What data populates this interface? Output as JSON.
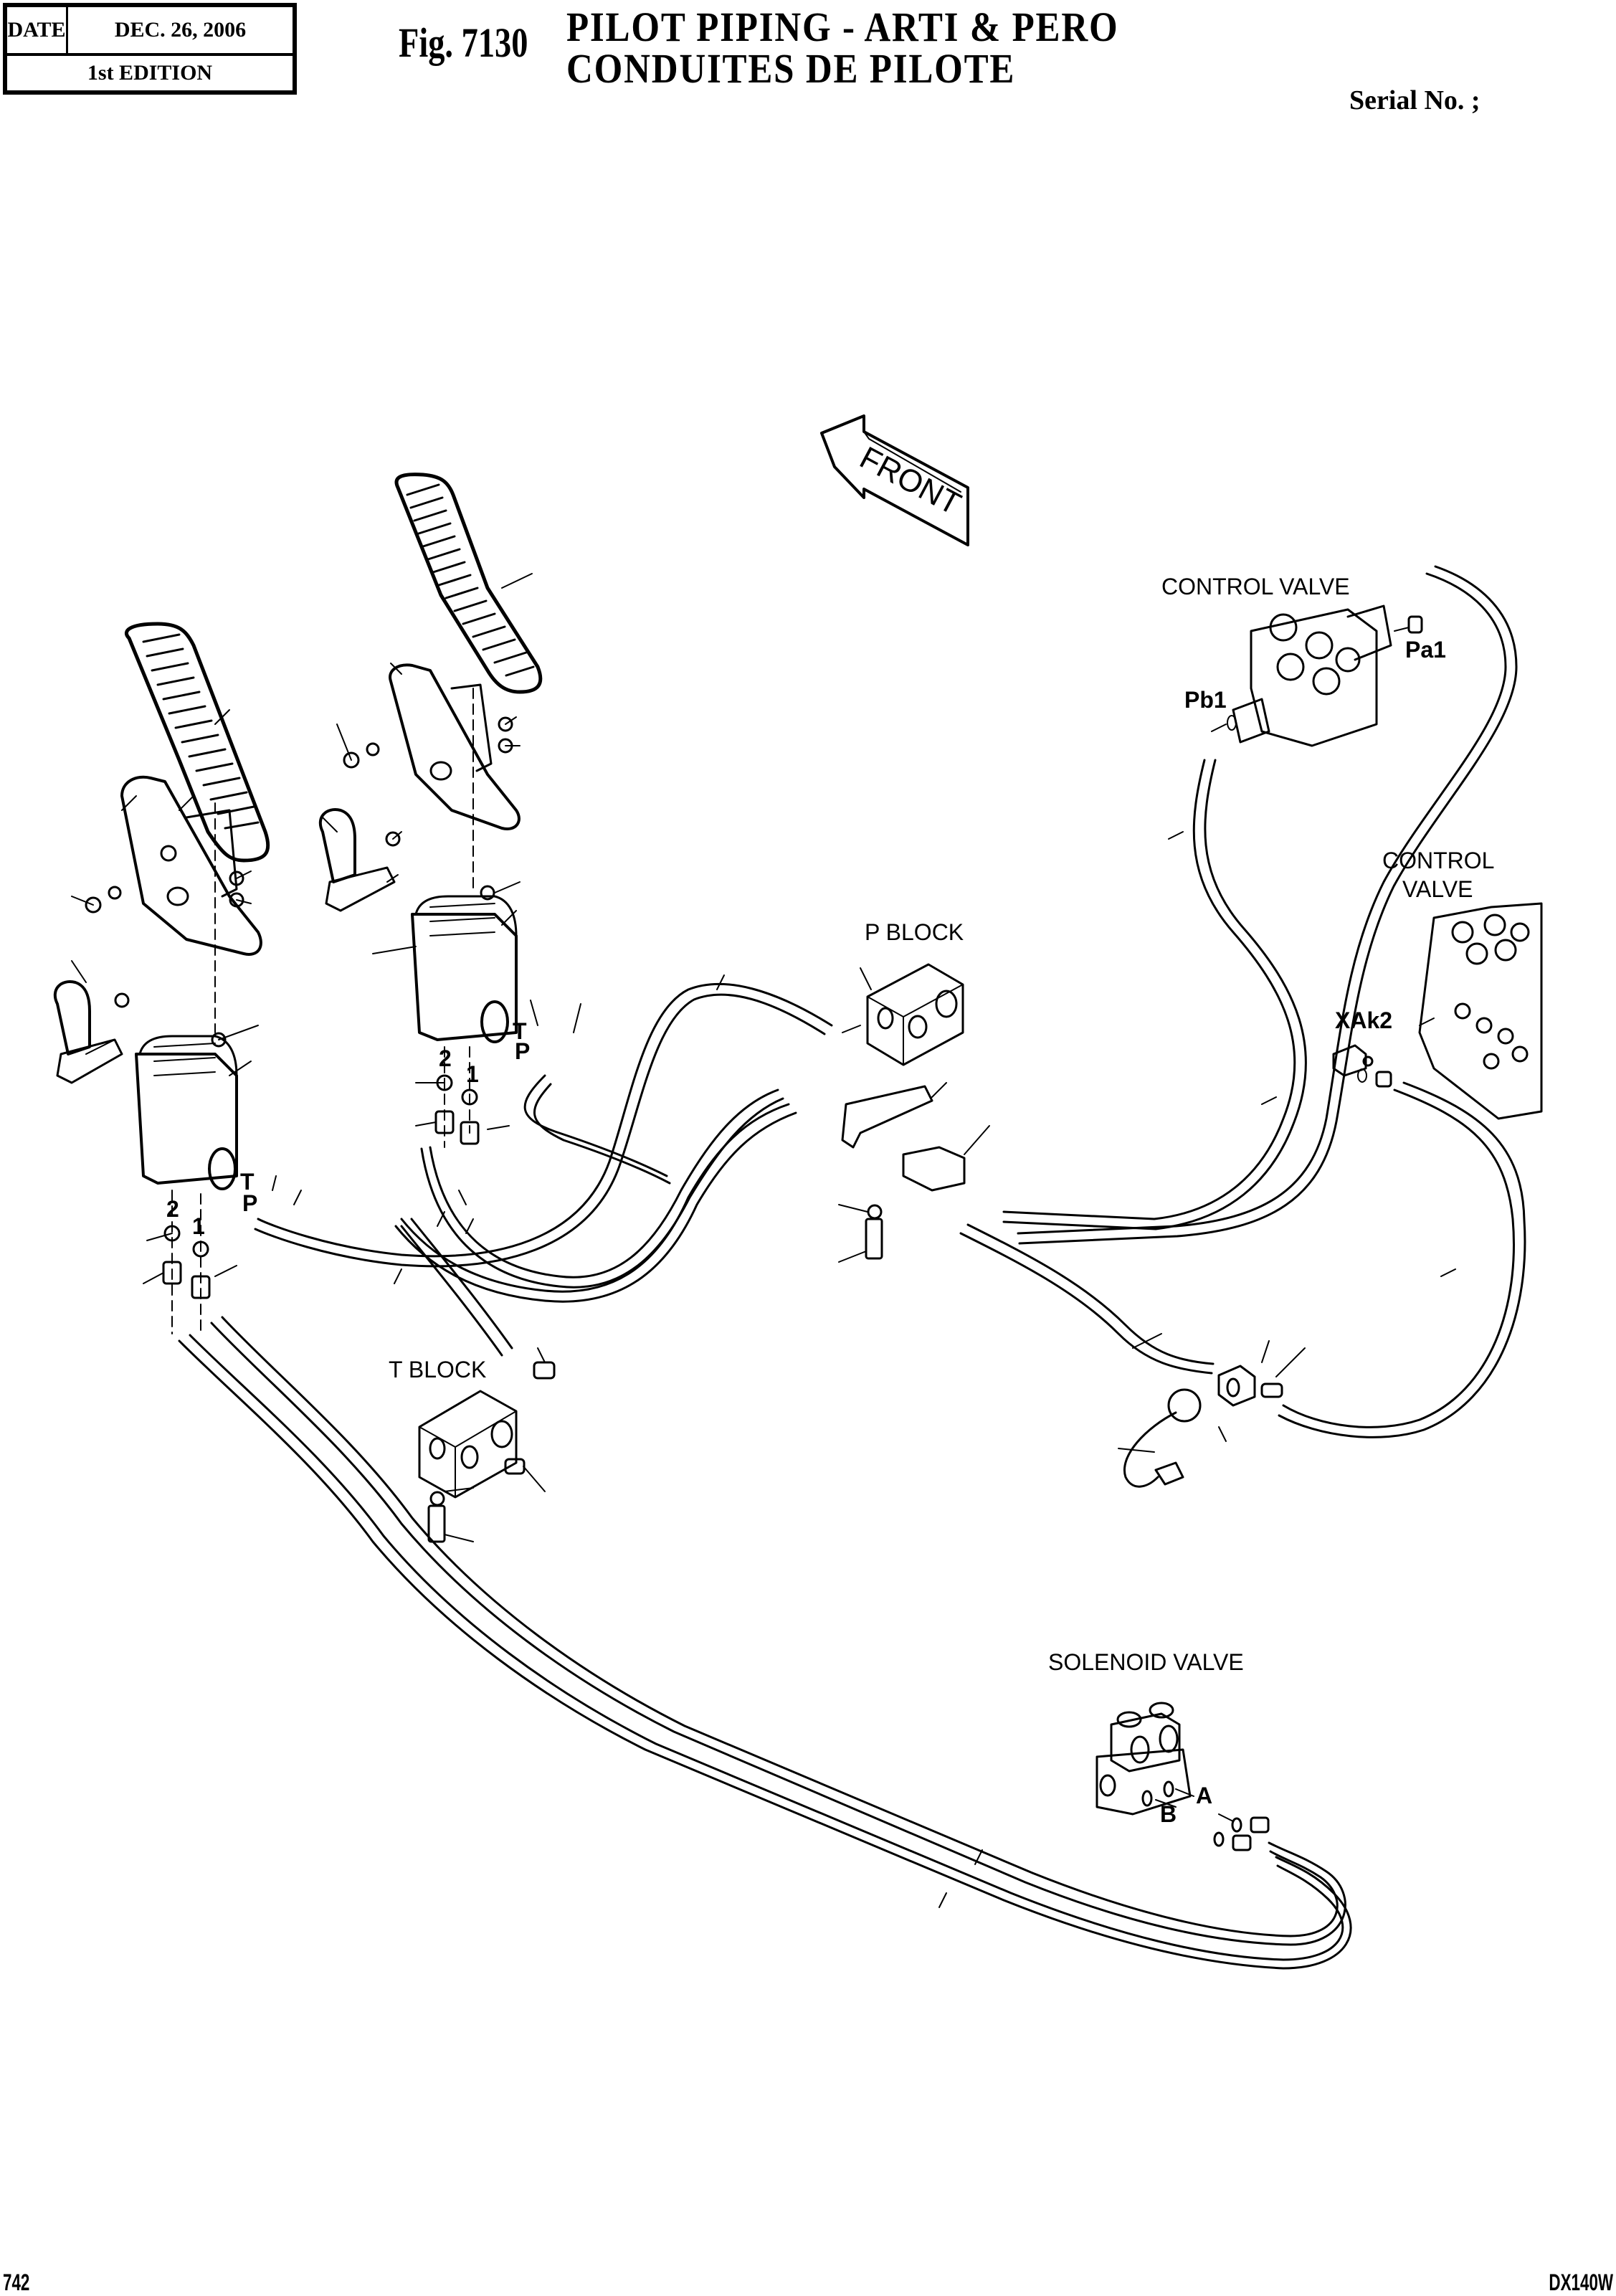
{
  "header": {
    "date_label": "DATE",
    "date_value": "DEC. 26, 2006",
    "edition": "1st EDITION",
    "figure_number": "Fig. 7130",
    "title_english": "PILOT PIPING - ARTI & PERO",
    "title_french": "CONDUITES DE PILOTE",
    "serial_label": "Serial No. ;"
  },
  "diagram": {
    "direction_arrow": "FRONT",
    "labels": {
      "control_valve_1": "CONTROL VALVE",
      "port_pa1": "Pa1",
      "port_pb1": "Pb1",
      "control_valve_2_line1": "CONTROL",
      "control_valve_2_line2": "VALVE",
      "port_xak2": "XAk2",
      "p_block": "P BLOCK",
      "t_block": "T BLOCK",
      "solenoid_valve": "SOLENOID VALVE",
      "port_a": "A",
      "port_b": "B",
      "left_pedal_port_t": "T",
      "left_pedal_port_p": "P",
      "left_pedal_port_2": "2",
      "left_pedal_port_1": "1",
      "right_pedal_port_t": "T",
      "right_pedal_port_p": "P",
      "right_pedal_port_2": "2",
      "right_pedal_port_1": "1"
    }
  },
  "footer": {
    "page_number": "742",
    "model": "DX140W"
  }
}
